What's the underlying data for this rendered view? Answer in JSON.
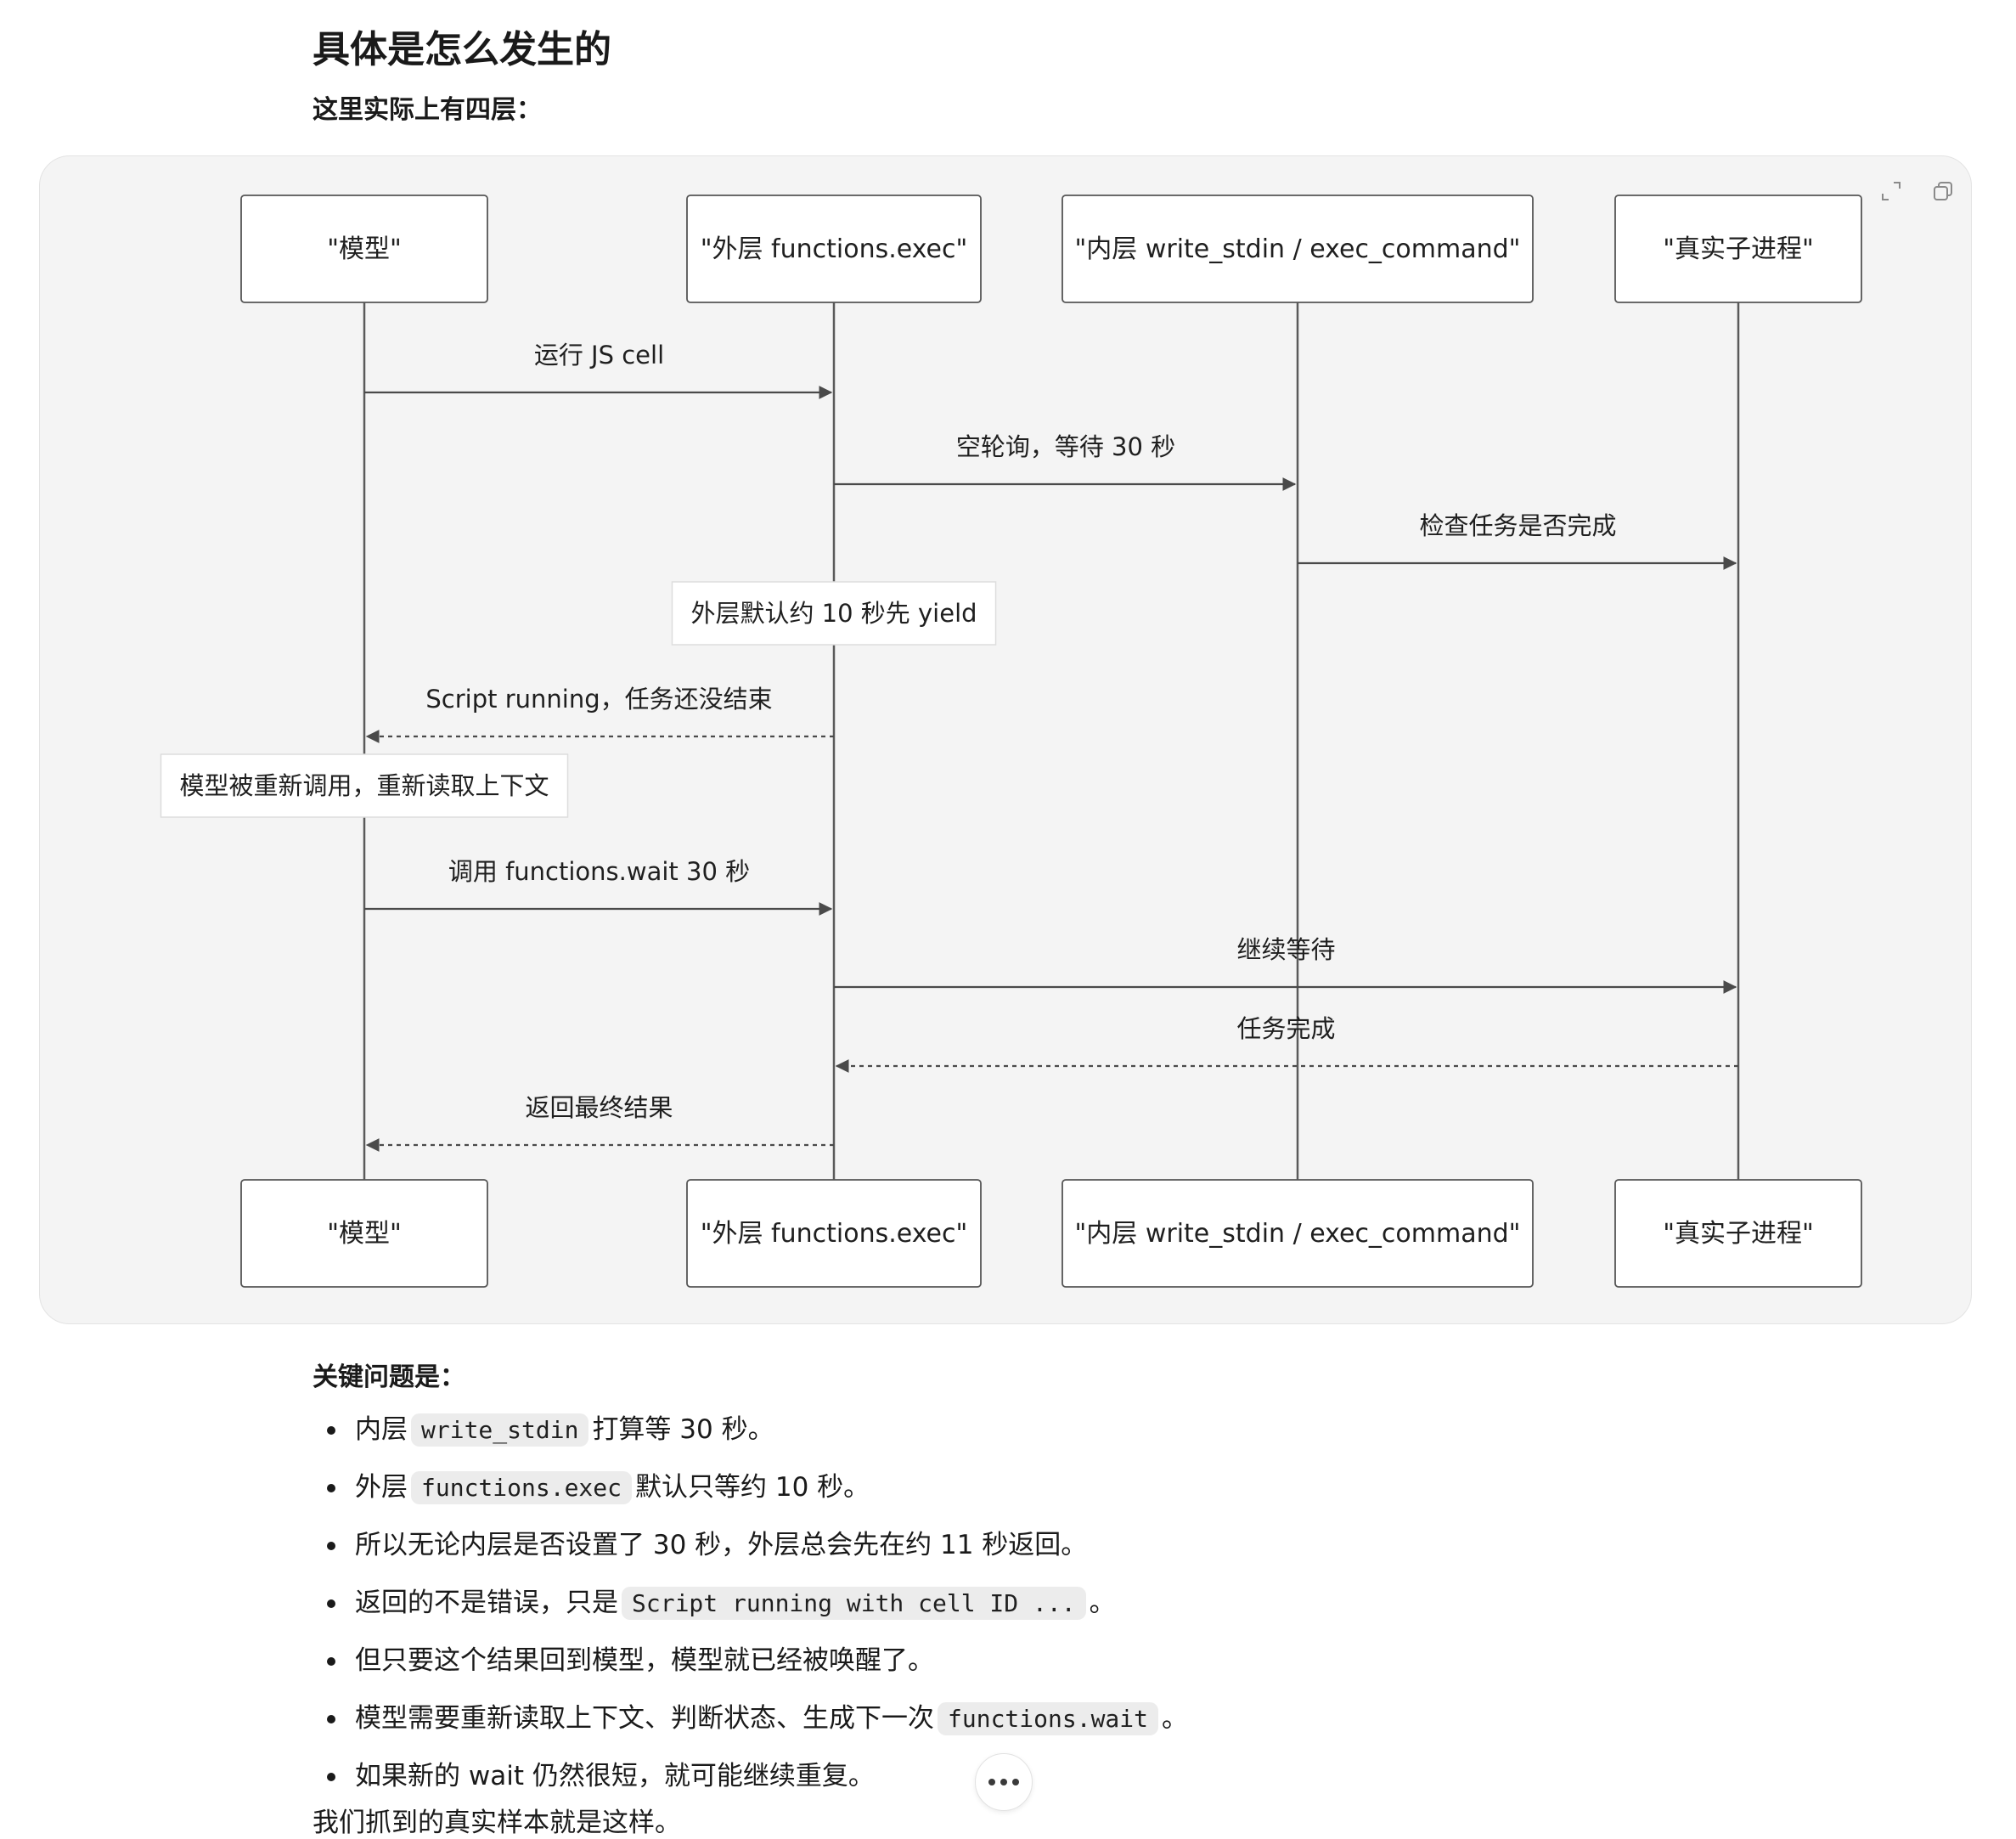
{
  "heading": "具体是怎么发生的",
  "intro": "这里实际上有四层：",
  "diagram": {
    "participants": [
      "\"模型\"",
      "\"外层 functions.exec\"",
      "\"内层 write_stdin / exec_command\"",
      "\"真实子进程\""
    ],
    "steps": [
      {
        "kind": "message",
        "from": 0,
        "to": 1,
        "style": "solid",
        "label": "运行 JS cell"
      },
      {
        "kind": "message",
        "from": 1,
        "to": 2,
        "style": "solid",
        "label": "空轮询，等待 30 秒"
      },
      {
        "kind": "message",
        "from": 2,
        "to": 3,
        "style": "solid",
        "label": "检查任务是否完成"
      },
      {
        "kind": "note",
        "over": 1,
        "label": "外层默认约 10 秒先 yield"
      },
      {
        "kind": "message",
        "from": 1,
        "to": 0,
        "style": "dashed",
        "label": "Script running，任务还没结束"
      },
      {
        "kind": "note",
        "over": 0,
        "label": "模型被重新调用，重新读取上下文"
      },
      {
        "kind": "message",
        "from": 0,
        "to": 1,
        "style": "solid",
        "label": "调用 functions.wait 30 秒"
      },
      {
        "kind": "message",
        "from": 1,
        "to": 3,
        "style": "solid",
        "label": "继续等待"
      },
      {
        "kind": "message",
        "from": 3,
        "to": 1,
        "style": "dashed",
        "label": "任务完成"
      },
      {
        "kind": "message",
        "from": 1,
        "to": 0,
        "style": "dashed",
        "label": "返回最终结果"
      }
    ],
    "toolbar": {
      "expand_icon": "expand-icon",
      "copy_icon": "copy-icon"
    }
  },
  "key_label": "关键问题是：",
  "bullets": [
    {
      "pre": "内层",
      "code": "write_stdin",
      "post": "打算等 30 秒。"
    },
    {
      "pre": "外层",
      "code": "functions.exec",
      "post": "默认只等约 10 秒。"
    },
    {
      "pre": "所以无论内层是否设置了 30 秒，外层总会先在约 11 秒返回。",
      "code": "",
      "post": ""
    },
    {
      "pre": "返回的不是错误，只是",
      "code": "Script running with cell ID ...",
      "post": "。"
    },
    {
      "pre": "但只要这个结果回到模型，模型就已经被唤醒了。",
      "code": "",
      "post": ""
    },
    {
      "pre": "模型需要重新读取上下文、判断状态、生成下一次",
      "code": "functions.wait",
      "post": "。"
    },
    {
      "pre": "如果新的 wait 仍然很短，就可能继续重复。",
      "code": "",
      "post": ""
    }
  ],
  "partial_line": "我们抓到的真实样本就是这样。"
}
